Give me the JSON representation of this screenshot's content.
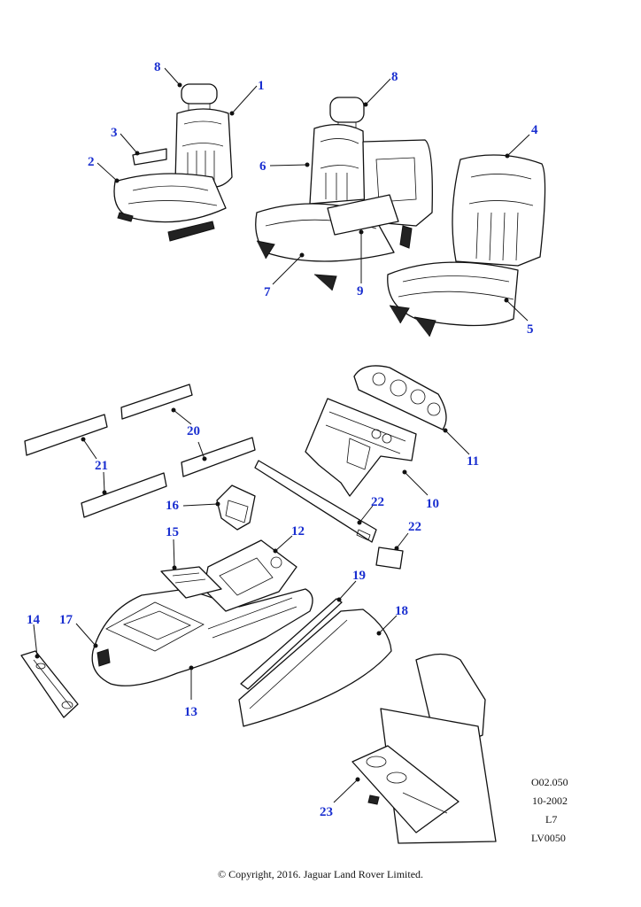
{
  "callouts": [
    {
      "id": "c1",
      "label": "1"
    },
    {
      "id": "c2",
      "label": "2"
    },
    {
      "id": "c3",
      "label": "3"
    },
    {
      "id": "c4",
      "label": "4"
    },
    {
      "id": "c5",
      "label": "5"
    },
    {
      "id": "c6",
      "label": "6"
    },
    {
      "id": "c7",
      "label": "7"
    },
    {
      "id": "c8a",
      "label": "8"
    },
    {
      "id": "c8b",
      "label": "8"
    },
    {
      "id": "c9",
      "label": "9"
    },
    {
      "id": "c10",
      "label": "10"
    },
    {
      "id": "c11",
      "label": "11"
    },
    {
      "id": "c12",
      "label": "12"
    },
    {
      "id": "c13",
      "label": "13"
    },
    {
      "id": "c14",
      "label": "14"
    },
    {
      "id": "c15",
      "label": "15"
    },
    {
      "id": "c16",
      "label": "16"
    },
    {
      "id": "c17",
      "label": "17"
    },
    {
      "id": "c18",
      "label": "18"
    },
    {
      "id": "c19",
      "label": "19"
    },
    {
      "id": "c20",
      "label": "20"
    },
    {
      "id": "c21",
      "label": "21"
    },
    {
      "id": "c22a",
      "label": "22"
    },
    {
      "id": "c22b",
      "label": "22"
    },
    {
      "id": "c23",
      "label": "23"
    }
  ],
  "meta": {
    "ref": "O02.050",
    "date": "10-2002",
    "level": "L7",
    "code": "LV0050"
  },
  "copyright": "© Copyright, 2016. Jaguar Land Rover Limited.",
  "colors": {
    "callout": "#1a2fd0",
    "line": "#111111",
    "background": "#ffffff"
  }
}
